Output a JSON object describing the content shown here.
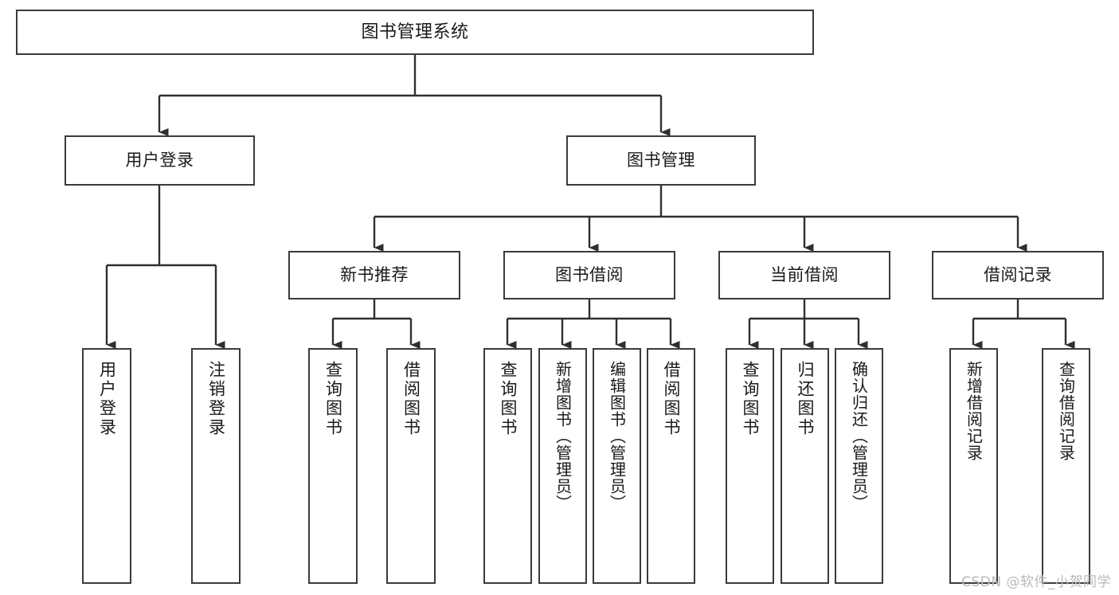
{
  "diagram": {
    "title": "图书管理系统",
    "type": "tree",
    "watermark": "CSDN @软件_小贺同学",
    "colors": {
      "node_border": "#3b3b3b",
      "node_fill": "#ffffff",
      "edge": "#2f2f2f",
      "text": "#1a1a1a",
      "watermark": "#b9b9b9"
    },
    "nodes": {
      "root": {
        "label": "图书管理系统"
      },
      "level2": [
        {
          "id": "user-login",
          "label": "用户登录"
        },
        {
          "id": "book-manage",
          "label": "图书管理"
        }
      ],
      "level3": [
        {
          "id": "new-book-recommend",
          "label": "新书推荐"
        },
        {
          "id": "book-borrow",
          "label": "图书借阅"
        },
        {
          "id": "current-borrow",
          "label": "当前借阅"
        },
        {
          "id": "borrow-record",
          "label": "借阅记录"
        }
      ],
      "leaves": {
        "user_login": [
          {
            "id": "leaf-user-login",
            "label": "用户登录"
          },
          {
            "id": "leaf-logout-login",
            "label": "注销登录"
          }
        ],
        "new_book_recommend": [
          {
            "id": "leaf-query-book-1",
            "label": "查询图书"
          },
          {
            "id": "leaf-borrow-book-1",
            "label": "借阅图书"
          }
        ],
        "book_borrow": [
          {
            "id": "leaf-query-book-2",
            "label": "查询图书"
          },
          {
            "id": "leaf-add-book",
            "label": "新增图书（管理员）"
          },
          {
            "id": "leaf-edit-book",
            "label": "编辑图书（管理员）"
          },
          {
            "id": "leaf-borrow-book-2",
            "label": "借阅图书"
          }
        ],
        "current_borrow": [
          {
            "id": "leaf-query-book-3",
            "label": "查询图书"
          },
          {
            "id": "leaf-return-book",
            "label": "归还图书"
          },
          {
            "id": "leaf-confirm-return",
            "label": "确认归还（管理员）"
          }
        ],
        "borrow_record": [
          {
            "id": "leaf-add-record",
            "label": "新增借阅记录"
          },
          {
            "id": "leaf-query-record",
            "label": "查询借阅记录"
          }
        ]
      }
    }
  }
}
